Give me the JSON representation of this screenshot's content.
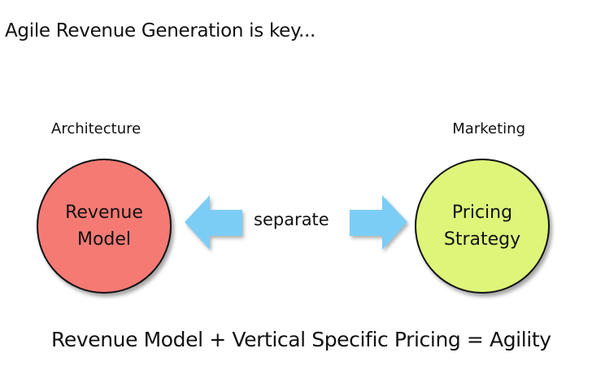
{
  "title": "Agile Revenue Generation is key...",
  "left": {
    "label": "Architecture",
    "circle_line1": "Revenue",
    "circle_line2": "Model",
    "color": "#f57a74"
  },
  "right": {
    "label": "Marketing",
    "circle_line1": "Pricing",
    "circle_line2": "Strategy",
    "color": "#def57a"
  },
  "connector": {
    "label": "separate",
    "arrow_color": "#7ccdf5"
  },
  "equation": "Revenue Model + Vertical Specific Pricing = Agility"
}
